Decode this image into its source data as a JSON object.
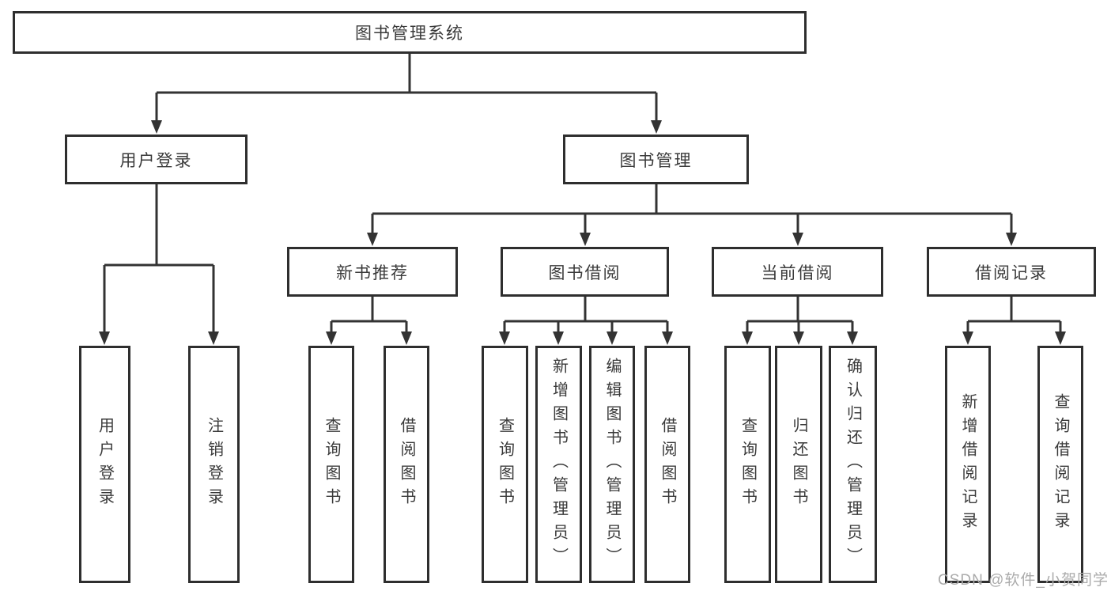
{
  "diagram": {
    "title": "图书管理系统",
    "colors": {
      "box_border": "#2e2e2e",
      "connector_line": "#333333",
      "text": "#3a3a3a",
      "background": "#ffffff",
      "watermark": "#ababab"
    },
    "root": {
      "label": "图书管理系统"
    },
    "level2": [
      {
        "label": "用户登录"
      },
      {
        "label": "图书管理"
      }
    ],
    "level3": [
      {
        "label": "新书推荐",
        "parent": "图书管理"
      },
      {
        "label": "图书借阅",
        "parent": "图书管理"
      },
      {
        "label": "当前借阅",
        "parent": "图书管理"
      },
      {
        "label": "借阅记录",
        "parent": "图书管理"
      }
    ],
    "leaves": [
      {
        "label": "用户登录",
        "parent": "用户登录"
      },
      {
        "label": "注销登录",
        "parent": "用户登录"
      },
      {
        "label": "查询图书",
        "parent": "新书推荐"
      },
      {
        "label": "借阅图书",
        "parent": "新书推荐"
      },
      {
        "label": "查询图书",
        "parent": "图书借阅"
      },
      {
        "label": "新增图书（管理员）",
        "parent": "图书借阅"
      },
      {
        "label": "编辑图书（管理员）",
        "parent": "图书借阅"
      },
      {
        "label": "借阅图书",
        "parent": "图书借阅"
      },
      {
        "label": "查询图书",
        "parent": "当前借阅"
      },
      {
        "label": "归还图书",
        "parent": "当前借阅"
      },
      {
        "label": "确认归还（管理员）",
        "parent": "当前借阅"
      },
      {
        "label": "新增借阅记录",
        "parent": "借阅记录"
      },
      {
        "label": "查询借阅记录",
        "parent": "借阅记录"
      }
    ],
    "watermark": "CSDN @软件_小贺同学"
  }
}
